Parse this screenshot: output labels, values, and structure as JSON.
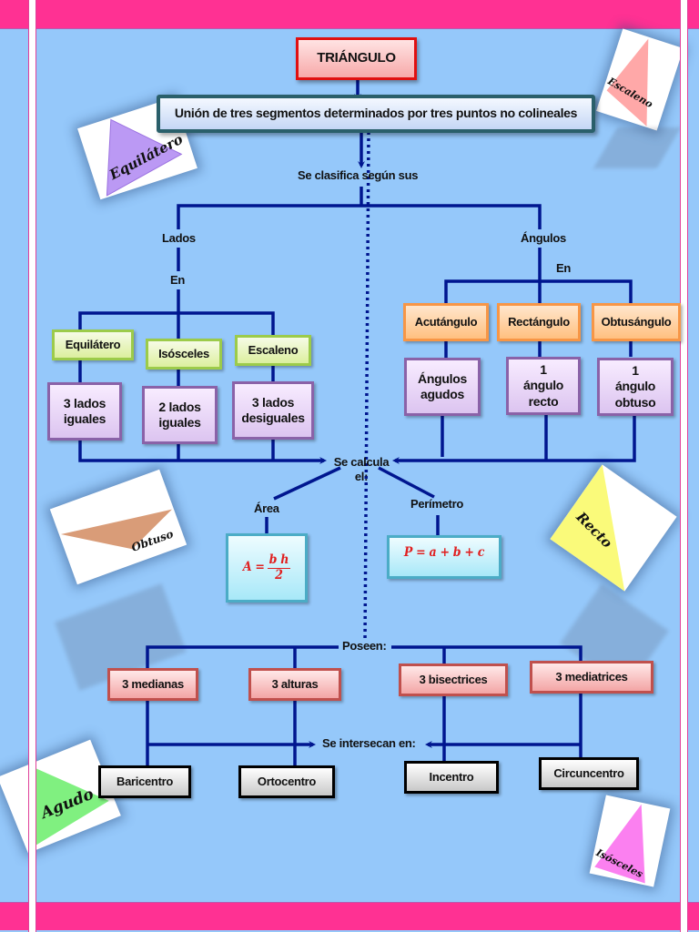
{
  "title": "TRIÁNGULO",
  "definition": "Unión de tres segmentos determinados por tres puntos no colineales",
  "classification": {
    "label": "Se clasifica según sus",
    "sides": {
      "label": "Lados",
      "connector": "En",
      "types": [
        {
          "name": "Equilátero",
          "description": "3 lados iguales"
        },
        {
          "name": "Isósceles",
          "description": "2 lados iguales"
        },
        {
          "name": "Escaleno",
          "description": "3 lados desiguales"
        }
      ]
    },
    "angles": {
      "label": "Ángulos",
      "connector": "En",
      "types": [
        {
          "name": "Acutángulo",
          "description": "Ángulos agudos"
        },
        {
          "name": "Rectángulo",
          "description": "1 ángulo recto"
        },
        {
          "name": "Obtusángulo",
          "description": "1 ángulo obtuso"
        }
      ]
    }
  },
  "calculation": {
    "label": "Se calcula el:",
    "area": {
      "label": "Área",
      "formula_lhs": "A =",
      "formula_num": "b h",
      "formula_den": "2"
    },
    "perimeter": {
      "label": "Perímetro",
      "formula": "P = a + b + c"
    }
  },
  "properties": {
    "label": "Poseen:",
    "intersect_label": "Se intersecan en:",
    "items": [
      {
        "name": "3 medianas",
        "point": "Baricentro"
      },
      {
        "name": "3 alturas",
        "point": "Ortocentro"
      },
      {
        "name": "3 bisectrices",
        "point": "Incentro"
      },
      {
        "name": "3 mediatrices",
        "point": "Circuncentro"
      }
    ]
  },
  "decorations": {
    "equilatero": "Equilátero",
    "escaleno": "Escaleno",
    "obtuso": "Obtuso",
    "recto": "Recto",
    "agudo": "Agudo",
    "isosceles": "Isósceles"
  },
  "colors": {
    "background": "#95c8fa",
    "band": "#ff3193",
    "connector": "#00168f",
    "title_border": "#e01010",
    "formula_text": "#e02020"
  }
}
